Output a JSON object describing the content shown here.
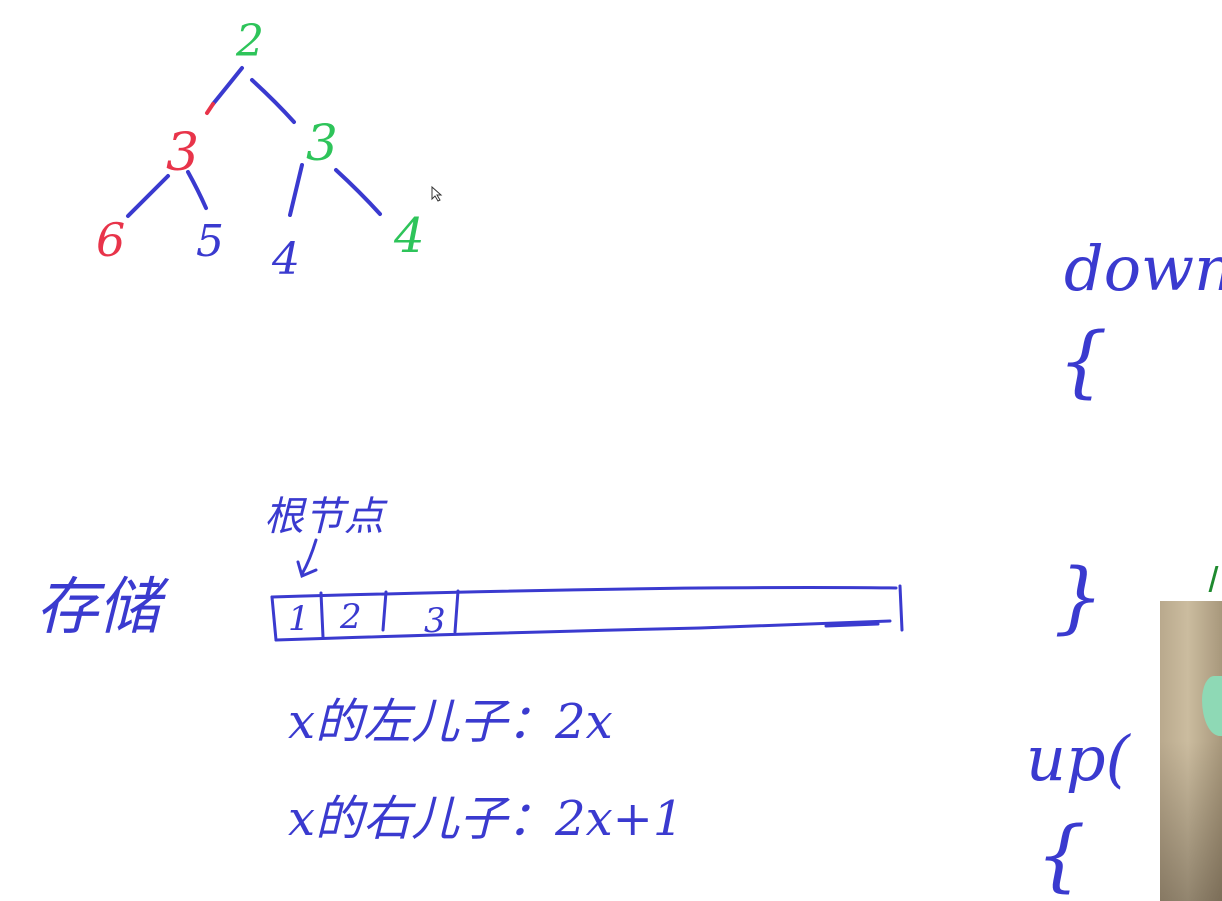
{
  "tree": {
    "root": "2",
    "left": "3",
    "right": "3",
    "left_left": "6",
    "left_right": "5",
    "right_left": "4",
    "right_right": "4"
  },
  "storage": {
    "label": "存储",
    "root_note": "根节点",
    "cells": [
      "1",
      "2",
      "3"
    ],
    "left_child_formula": "x的左儿子：2x",
    "right_child_formula": "x的右儿子：2x+1"
  },
  "code": {
    "down": "down",
    "up": "up("
  },
  "colors": {
    "ink_blue": "#3a3acf",
    "ink_red": "#e8344a",
    "ink_green": "#2ec45a"
  }
}
